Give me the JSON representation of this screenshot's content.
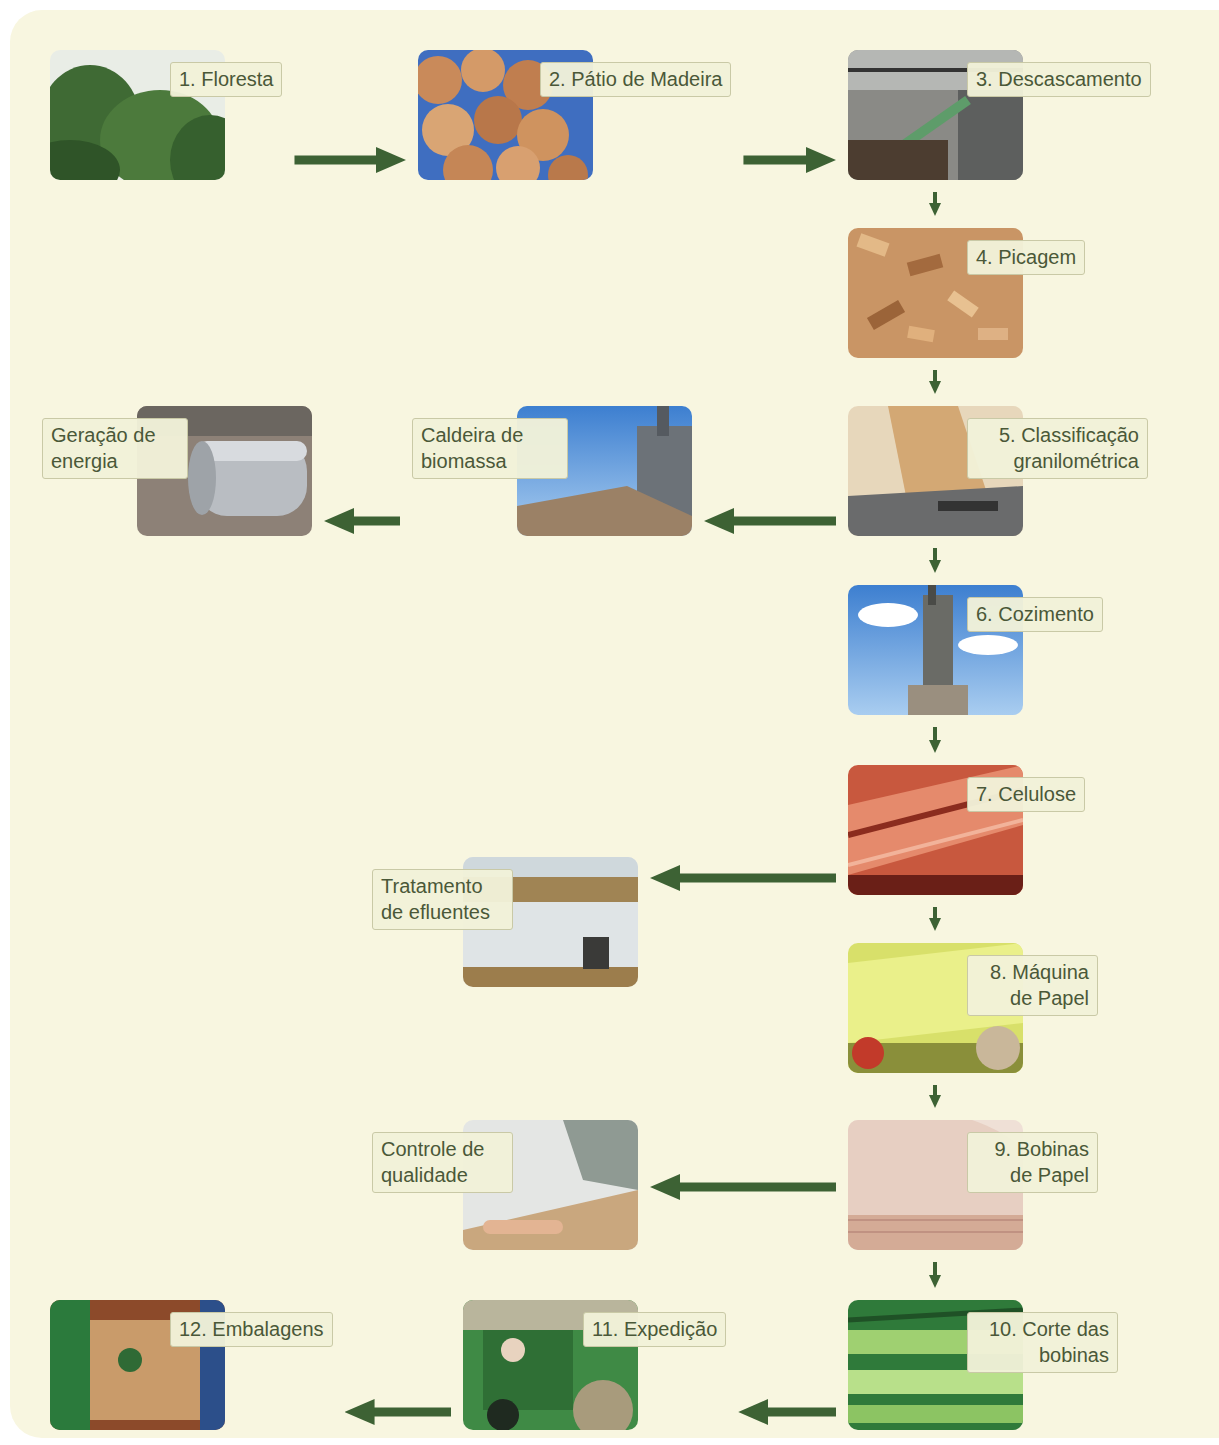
{
  "diagram": {
    "nodes": [
      {
        "text": [
          "1. Floresta"
        ]
      },
      {
        "text": [
          "2. Pátio de Madeira"
        ]
      },
      {
        "text": [
          "3. Descascamento"
        ]
      },
      {
        "text": [
          "4. Picagem"
        ]
      },
      {
        "text": [
          "Geração de energia"
        ]
      },
      {
        "text": [
          "Caldeira de biomassa"
        ]
      },
      {
        "text": [
          "5. Classificação granilométrica"
        ]
      },
      {
        "text": [
          "6. Cozimento"
        ]
      },
      {
        "text": [
          "7. Celulose"
        ]
      },
      {
        "text": [
          "Tratamento de efluentes"
        ]
      },
      {
        "text": [
          "8. Máquina de Papel"
        ]
      },
      {
        "text": [
          "Controle de qualidade"
        ]
      },
      {
        "text": [
          "9. Bobinas de Papel"
        ]
      },
      {
        "text": [
          "12. Embalagens"
        ]
      },
      {
        "text": [
          "11. Expedição"
        ]
      },
      {
        "text": [
          "10. Corte das bobinas"
        ]
      }
    ],
    "edges": [
      {
        "from": 0,
        "to": 1,
        "arrow": "to"
      },
      {
        "from": 1,
        "to": 2,
        "arrow": "to"
      },
      {
        "from": 2,
        "to": 3,
        "arrow": "to"
      },
      {
        "from": 3,
        "to": 6,
        "arrow": "to"
      },
      {
        "from": 6,
        "to": 5,
        "arrow": "to"
      },
      {
        "from": 5,
        "to": 4,
        "arrow": "to"
      },
      {
        "from": 6,
        "to": 7,
        "arrow": "to"
      },
      {
        "from": 7,
        "to": 8,
        "arrow": "to"
      },
      {
        "from": 8,
        "to": 9,
        "arrow": "to"
      },
      {
        "from": 8,
        "to": 10,
        "arrow": "to"
      },
      {
        "from": 10,
        "to": 12,
        "arrow": "to"
      },
      {
        "from": 12,
        "to": 11,
        "arrow": "to"
      },
      {
        "from": 12,
        "to": 15,
        "arrow": "to"
      },
      {
        "from": 15,
        "to": 14,
        "arrow": "to"
      },
      {
        "from": 14,
        "to": 13,
        "arrow": "to"
      }
    ]
  }
}
